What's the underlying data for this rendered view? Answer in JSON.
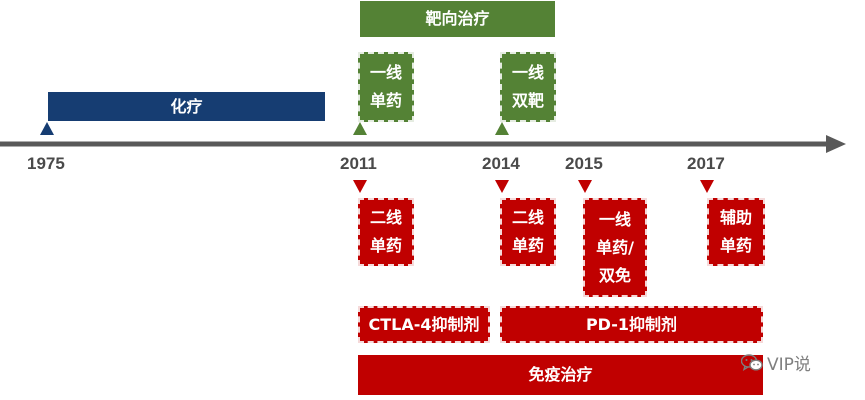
{
  "colors": {
    "chemo": "#163d72",
    "targeted": "#548235",
    "immuno": "#c00000",
    "axis": "#595959"
  },
  "timeline": {
    "years": [
      "1975",
      "2011",
      "2014",
      "2015",
      "2017"
    ]
  },
  "chemo": {
    "label": "化疗"
  },
  "targeted": {
    "header": "靶向治疗",
    "box_2011": [
      "一线",
      "单药"
    ],
    "box_2014": [
      "一线",
      "双靶"
    ]
  },
  "immuno": {
    "box_2011": [
      "二线",
      "单药"
    ],
    "box_2014": [
      "二线",
      "单药"
    ],
    "box_2015": [
      "一线",
      "单药/",
      "双免"
    ],
    "box_2017": [
      "辅助",
      "单药"
    ],
    "ctla4": "CTLA-4抑制剂",
    "pd1": "PD-1抑制剂",
    "footer": "免疫治疗"
  },
  "watermark": {
    "icon": "wechat-icon",
    "text": "VIP说"
  }
}
